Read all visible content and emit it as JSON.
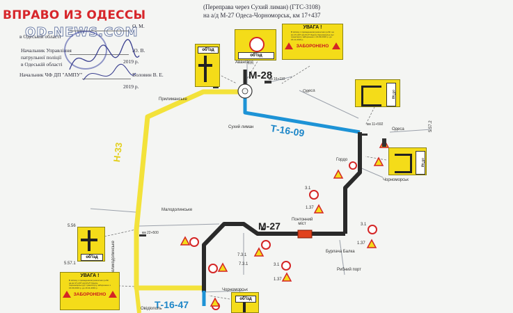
{
  "watermark": {
    "site_title": "ВПРАВО ИЗ ОДЕССЫ",
    "site_domain": "OD-NEWS.COM"
  },
  "header": {
    "line1": "(Переправа через Сухий лиман) (ГТС-3108)",
    "line2": "на а/д М-27 Одеса-Чорноморськ, км 17+437"
  },
  "approvals": [
    {
      "org": "в Одеській області",
      "name": "О. М.",
      "year": ""
    },
    {
      "org": "Начальник Управління",
      "name": "Ю. В.",
      "year": "2019 р."
    },
    {
      "org": "патрульної поліції",
      "name": "",
      "year": ""
    },
    {
      "org": "в Одеській області",
      "name": "",
      "year": ""
    },
    {
      "org": "Начальник ЧФ ДП \"АМПУ\"",
      "name": "Воловин В. Е.",
      "year": "2019 р."
    }
  ],
  "roads": {
    "m28": "М-28",
    "m27": "М-27",
    "t1609": "Т-16-09",
    "t1647": "Т-16-47",
    "h33": "Н-33"
  },
  "places": {
    "odesa_top": "Одеса",
    "odesa_right": "Одеса",
    "prylymanske": "Прилиманське",
    "sukhyi_lyman": "Сухий лиман",
    "avanhard": "Авангард",
    "hordo": "Гордо",
    "chornomorsk_r": "Чорноморськ",
    "malodolynske": "Малодолинське",
    "velykodolynske": "Великодолинське",
    "burlacha_balka": "Бурлача Балка",
    "ryvnyi_port": "Рибний порт",
    "chornomorsk_b": "Чорноморськ",
    "ovidiopol": "Овідіополь",
    "pontoon_bridge": "Понтонний міст"
  },
  "uvaga_signs": [
    {
      "title": "УВАГА !",
      "banned": "ЗАБОРОНЕНО",
      "text": "В зв'язку з проведенням ремонтних робіт на км 17+437 а/д М-27 Одеса-Чорноморськ рух транспорту заборонено з 16.09.2019 р. до 16.11.2019 р."
    },
    {
      "title": "УВАГА !",
      "banned": "ЗАБОРОНЕНО",
      "text": "В зв'язку з проведенням ремонтних робіт на км 17+437 а/д М-27 Одеса-Чорноморськ рух транспорту заборонено з 16.09.2019 р. до 16.11.2019 р."
    }
  ],
  "detour_label": "об'їзд",
  "sign_codes": {
    "c1": "1.37",
    "c2": "3.1",
    "c3": "5.56",
    "c4": "5.57.1",
    "c5": "1.37",
    "c6": "3.1",
    "c7": "7.3.1",
    "c8": "5.57.2",
    "c9": "1.37",
    "c10": "7.3.1"
  },
  "km_marks": {
    "k1": "км 11+592",
    "k2": "км 22+500",
    "k3": "км 16+110"
  },
  "colors": {
    "yellow_road": "#f3e23a",
    "blue_road": "#1d93d6",
    "black_road": "#2a2a2a",
    "sign_yellow": "#f4dc19",
    "bridge": "#e0421d"
  }
}
